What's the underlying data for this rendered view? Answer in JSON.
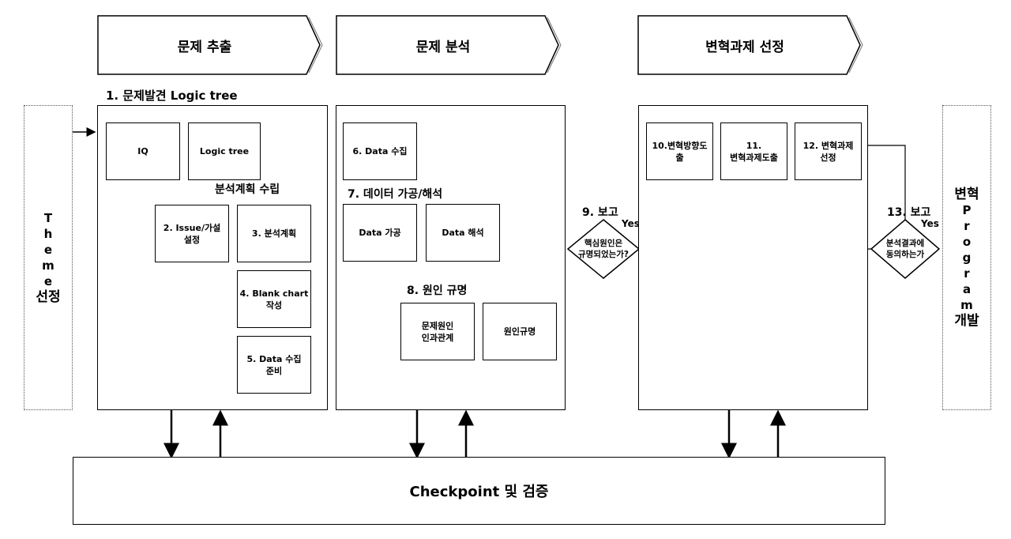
{
  "phases": {
    "p1": "문제 추출",
    "p2": "문제 분석",
    "p3": "변혁과제 선정"
  },
  "left_side": {
    "chars": [
      "T",
      "h",
      "e",
      "m",
      "e"
    ],
    "bottom": "선정"
  },
  "right_side": {
    "top": "변혁",
    "chars": [
      "P",
      "r",
      "o",
      "g",
      "r",
      "a",
      "m"
    ],
    "bottom": "개발"
  },
  "section1": {
    "title": "1. 문제발견 Logic tree",
    "iq": "IQ",
    "logic_tree": "Logic tree",
    "plan_label": "분석계획 수립",
    "issue": "2. Issue/가설\n설정",
    "plan": "3. 분석계획",
    "blank_chart": "4. Blank chart\n작성",
    "data_prep": "5. Data 수집\n준비"
  },
  "section2": {
    "data_collect": "6. Data 수집",
    "process_label": "7. 데이터 가공/해석",
    "data_process": "Data 가공",
    "data_interpret": "Data 해석",
    "cause_label": "8. 원인 규명",
    "cause_relation": "문제원인\n인과관계",
    "cause_identify": "원인규명"
  },
  "decision1": {
    "report": "9. 보고",
    "yes": "Yes",
    "question": "핵심원인은\n규명되었는가?"
  },
  "section3": {
    "direction": "10.변혁방향도\n출",
    "derive": "11.\n변혁과제도출",
    "select": "12. 변혁과제\n선정"
  },
  "decision2": {
    "report": "13. 보고",
    "yes": "Yes",
    "question": "분석결과에\n동의하는가"
  },
  "checkpoint": "Checkpoint 및 검증"
}
